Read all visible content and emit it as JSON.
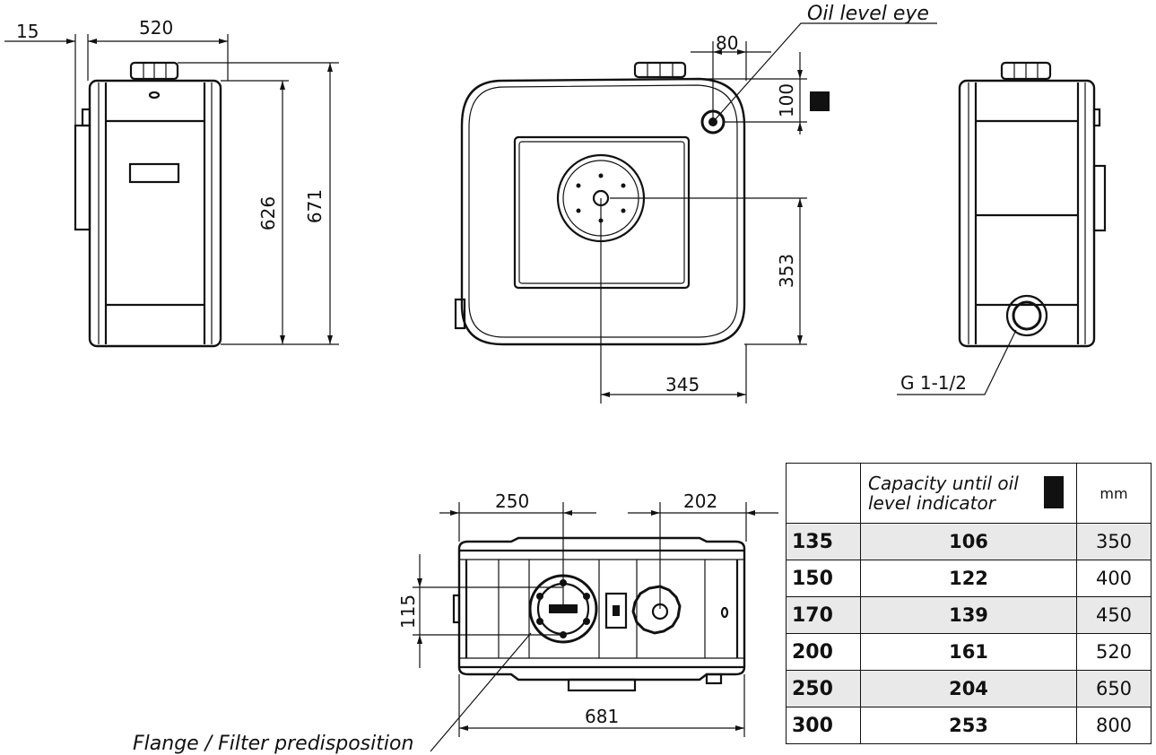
{
  "callouts": {
    "oil_level_eye": "Oil level eye",
    "thread": "G 1-1/2",
    "flange": "Flange / Filter predisposition"
  },
  "dimensions": {
    "front_offset": "15",
    "front_width": "520",
    "front_inner_height": "626",
    "front_total_height": "671",
    "side_eye_offset": "80",
    "side_eye_height": "100",
    "side_center_height": "353",
    "side_center_offset": "345",
    "top_flange_offset": "250",
    "top_cap_offset": "202",
    "top_height": "115",
    "top_length": "681"
  },
  "table": {
    "header": {
      "col_capacity": "Capacity until oil level indicator",
      "col_unit": "mm"
    },
    "rows": [
      {
        "model": "135",
        "capacity": "106",
        "mm": "350"
      },
      {
        "model": "150",
        "capacity": "122",
        "mm": "400"
      },
      {
        "model": "170",
        "capacity": "139",
        "mm": "450"
      },
      {
        "model": "200",
        "capacity": "161",
        "mm": "520"
      },
      {
        "model": "250",
        "capacity": "204",
        "mm": "650"
      },
      {
        "model": "300",
        "capacity": "253",
        "mm": "800"
      }
    ]
  }
}
